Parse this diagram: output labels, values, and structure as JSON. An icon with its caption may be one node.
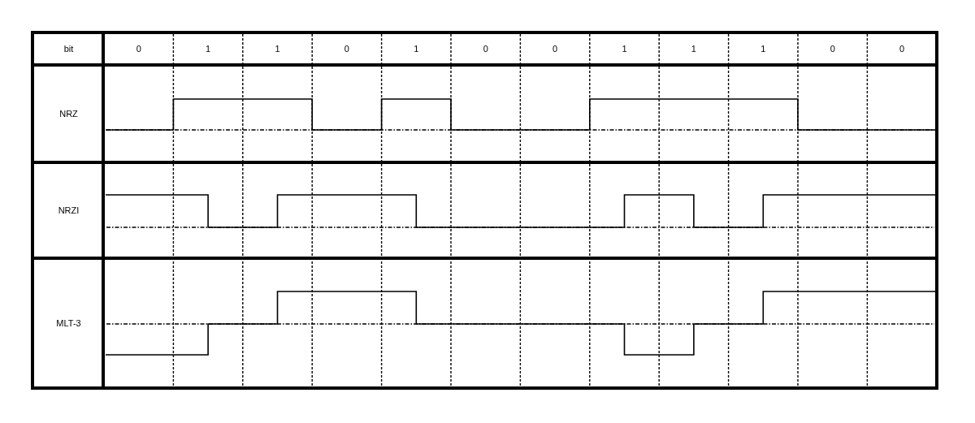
{
  "diagram": {
    "labels": [
      "bit",
      "0",
      "1",
      "1",
      "0",
      "1",
      "0",
      "0",
      "1",
      "1",
      "1",
      "0",
      "0",
      "NRZ",
      "NRZI",
      "MLT-3"
    ]
  }
}
